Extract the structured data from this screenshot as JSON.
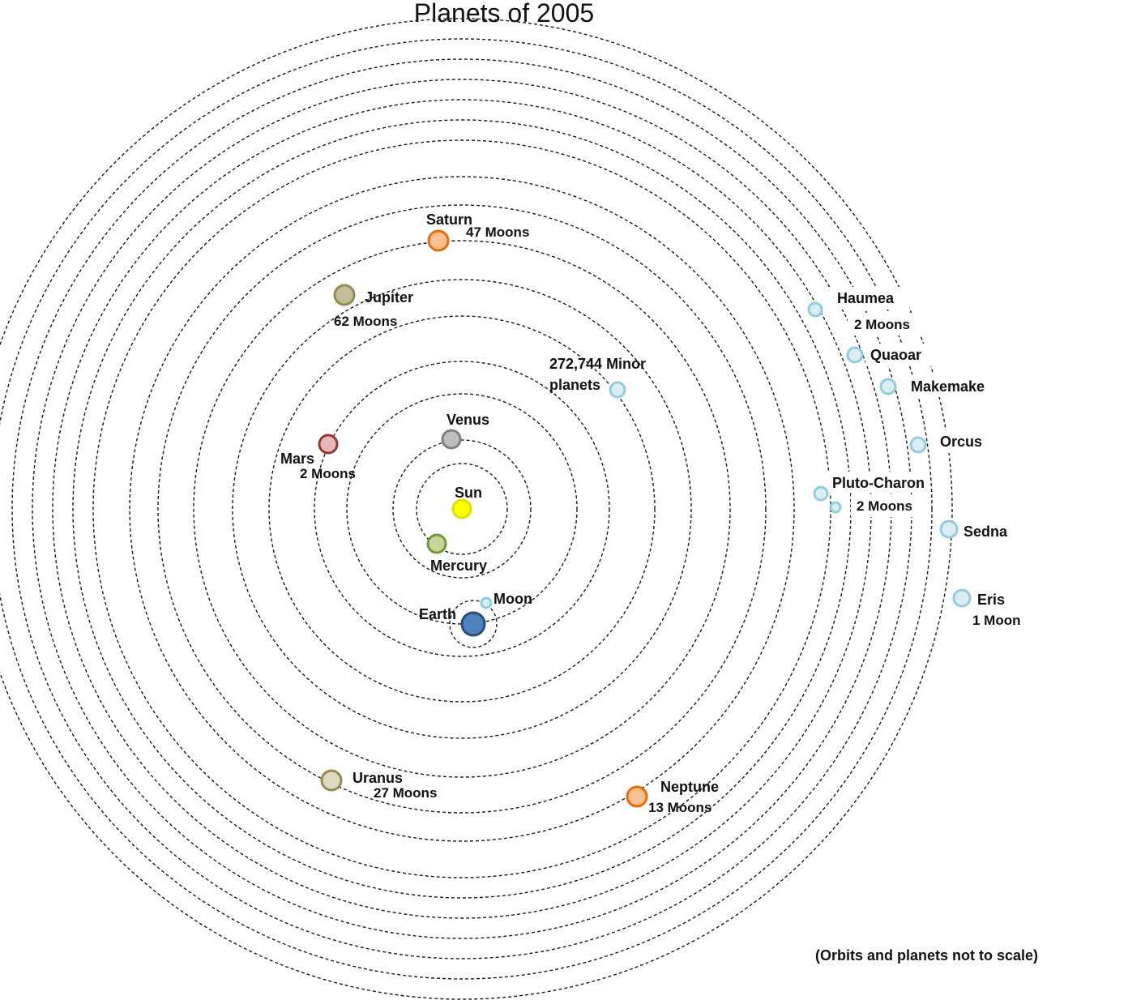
{
  "title": "Planets of 2005",
  "note": "(Orbits and planets not to scale)",
  "colors": {
    "orbit": "#1a1a1a",
    "sun_fill": "#ffff00",
    "sun_stroke": "#dede00",
    "mercury_fill": "#c6d79a",
    "mercury_stroke": "#77933c",
    "venus_fill": "#bfbfbf",
    "venus_stroke": "#7f7f7f",
    "earth_fill": "#4f81bd",
    "earth_stroke": "#2c4d75",
    "moon_fill": "#daeef3",
    "moon_stroke": "#93cddd",
    "mars_fill": "#e6b9b8",
    "mars_stroke": "#953735",
    "jupiter_fill": "#c4bd97",
    "jupiter_stroke": "#948a54",
    "saturn_fill": "#fac090",
    "saturn_stroke": "#e46c0a",
    "uranus_fill": "#ddd9c3",
    "uranus_stroke": "#948a54",
    "neptune_fill": "#fac090",
    "neptune_stroke": "#e46c0a",
    "minor_fill": "#daeef3",
    "minor_stroke": "#93cddd"
  },
  "labels": {
    "sun": "Sun",
    "mercury": "Mercury",
    "venus": "Venus",
    "earth": "Earth",
    "moon": "Moon",
    "mars": "Mars",
    "mars_moons": "2 Moons",
    "jupiter": "Jupiter",
    "jupiter_moons": "62 Moons",
    "saturn": "Saturn",
    "saturn_moons": "47 Moons",
    "uranus": "Uranus",
    "uranus_moons": "27 Moons",
    "neptune": "Neptune",
    "neptune_moons": "13 Moons",
    "minor_line1": "272,744 Minor",
    "minor_line2": "planets",
    "haumea": "Haumea",
    "haumea_moons": "2 Moons",
    "quaoar": "Quaoar",
    "makemake": "Makemake",
    "orcus": "Orcus",
    "pluto": "Pluto-Charon",
    "pluto_moons": "2 Moons",
    "sedna": "Sedna",
    "eris": "Eris",
    "eris_moons": "1 Moon"
  }
}
